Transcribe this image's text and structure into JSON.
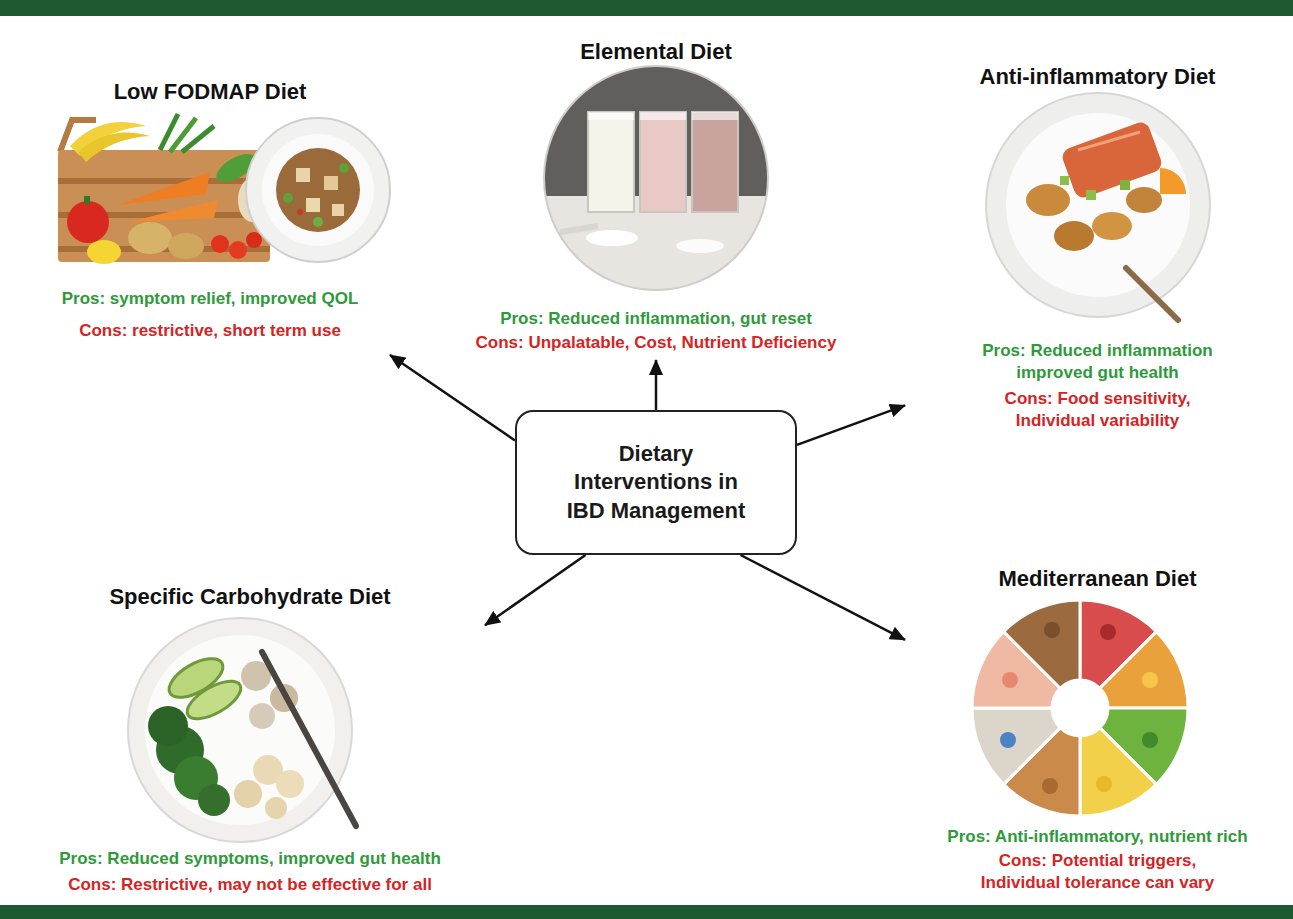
{
  "diagram": {
    "nodes": [
      {
        "text": [
          "Low FODMAP Diet",
          "Pros: symptom relief, improved QOL",
          "Cons: restrictive, short term use"
        ]
      },
      {
        "text": [
          "Elemental Diet",
          "Pros: Reduced inflammation, gut reset",
          "Cons: Unpalatable, Cost, Nutrient Deficiency"
        ]
      },
      {
        "text": [
          "Anti-inflammatory Diet",
          "Pros: Reduced inflammation improved gut health",
          "Cons: Food sensitivity, Individual variability"
        ]
      },
      {
        "text": [
          "Dietary Interventions in IBD Management"
        ]
      },
      {
        "text": [
          "Specific Carbohydrate Diet",
          "Pros: Reduced symptoms, improved gut health",
          "Cons: Restrictive, may not be effective for all"
        ]
      },
      {
        "text": [
          "Mediterranean Diet",
          "Pros: Anti-inflammatory, nutrient rich",
          "Cons: Potential triggers, Individual tolerance can vary"
        ]
      }
    ],
    "edges": [
      {
        "from": 3,
        "to": 0,
        "arrow": "to"
      },
      {
        "from": 3,
        "to": 1,
        "arrow": "to"
      },
      {
        "from": 3,
        "to": 2,
        "arrow": "to"
      },
      {
        "from": 3,
        "to": 4,
        "arrow": "to"
      },
      {
        "from": 3,
        "to": 5,
        "arrow": "to"
      }
    ]
  }
}
